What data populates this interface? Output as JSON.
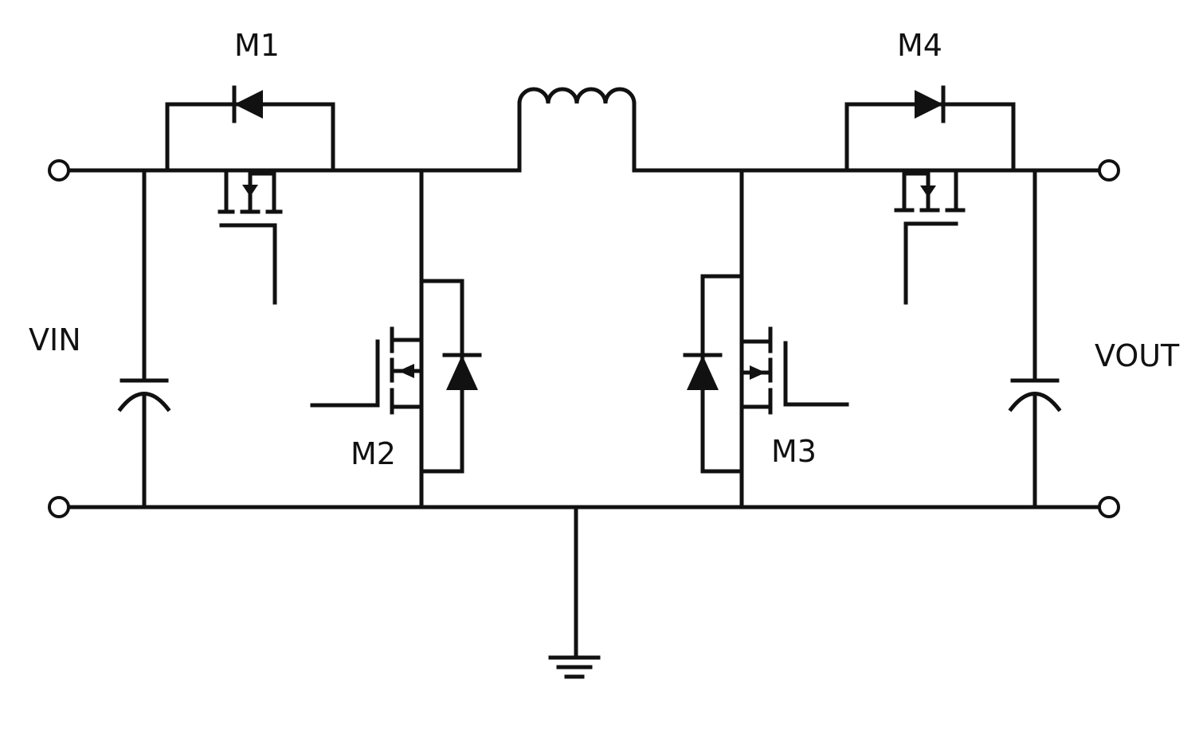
{
  "labels": {
    "vin": "VIN",
    "vout": "VOUT",
    "m1": "M1",
    "m2": "M2",
    "m3": "M3",
    "m4": "M4"
  },
  "colors": {
    "line": "#111111",
    "background": "#ffffff"
  }
}
